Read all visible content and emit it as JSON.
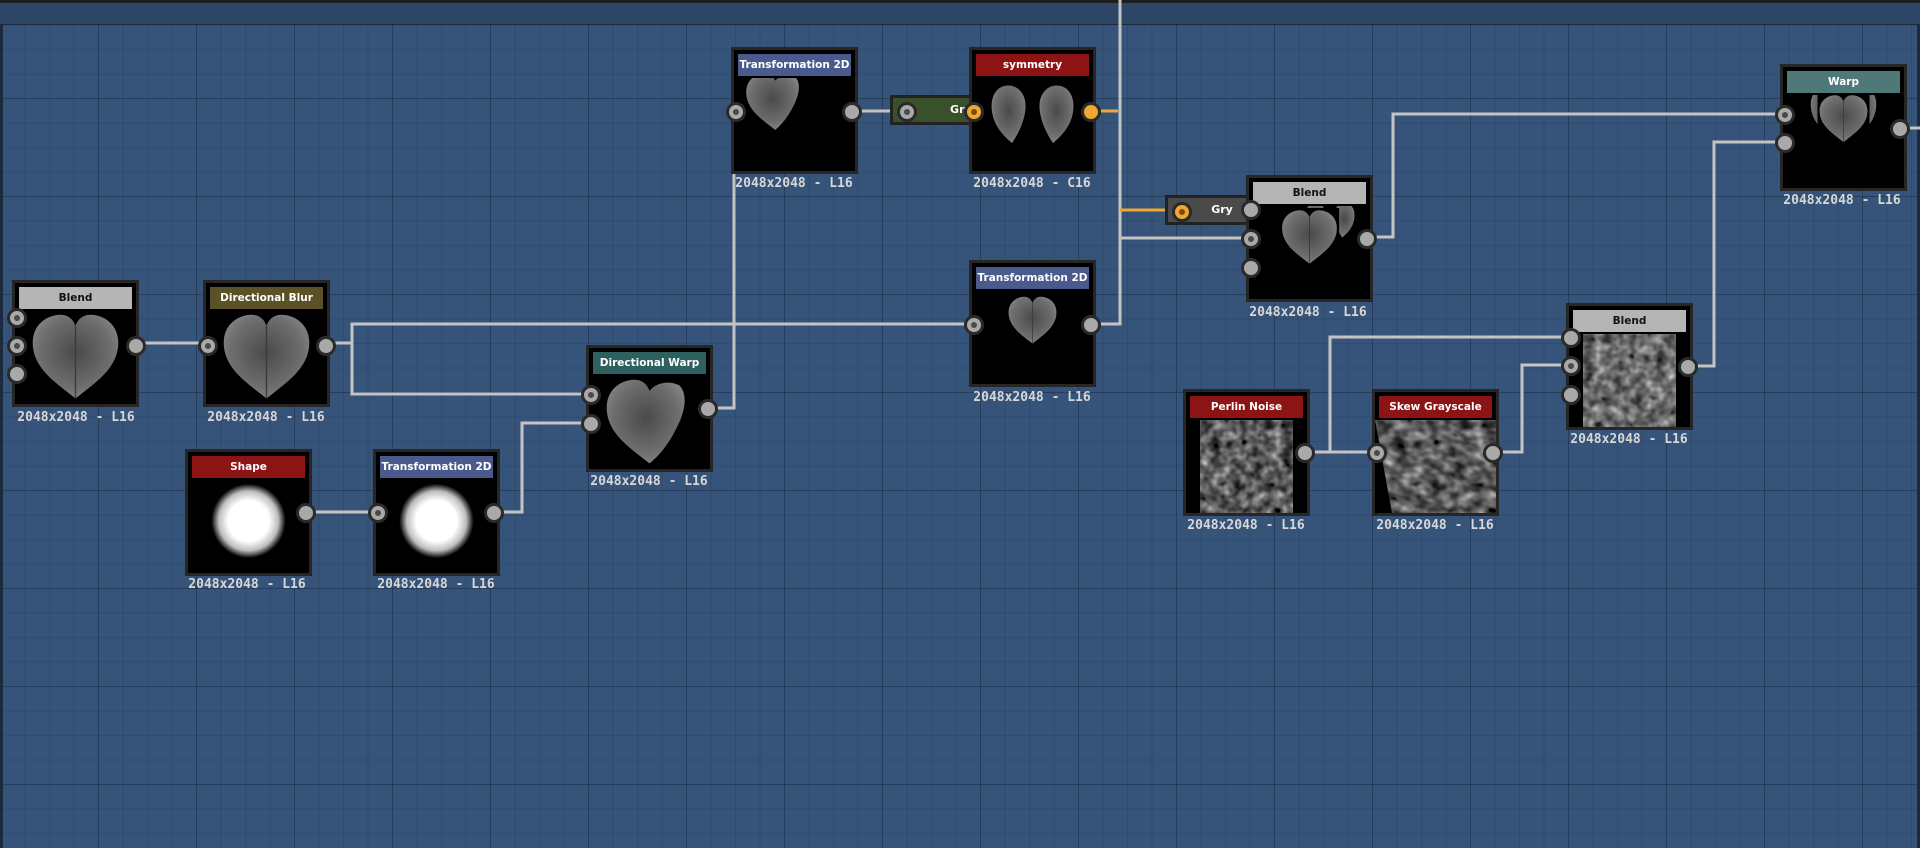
{
  "colors": {
    "background": "#365479",
    "wire": "#c4c4c4",
    "wire_color": "#f0a832",
    "header_blend": "#b5b5b5",
    "header_directional_blur": "#5a5226",
    "header_shape": "#8c1414",
    "header_transformation": "#4a5a8c",
    "header_directional_warp": "#2f6060",
    "header_symmetry": "#8c1414",
    "header_perlin_noise": "#8c1414",
    "header_skew_grayscale": "#8c1414",
    "header_warp": "#4f7878",
    "dot_gra": "#39512a",
    "dot_gry": "#4a4a4a"
  },
  "nodes": {
    "blend_1": {
      "title": "Blend",
      "resolution": "2048x2048 - L16",
      "thumbnail": "heart-icon"
    },
    "directional_blur": {
      "title": "Directional Blur",
      "resolution": "2048x2048 - L16",
      "thumbnail": "heart-icon"
    },
    "shape": {
      "title": "Shape",
      "resolution": "2048x2048 - L16",
      "thumbnail": "glow-icon"
    },
    "transformation_2d_1": {
      "title": "Transformation 2D",
      "resolution": "2048x2048 - L16",
      "thumbnail": "glow-icon"
    },
    "directional_warp": {
      "title": "Directional Warp",
      "resolution": "2048x2048 - L16",
      "thumbnail": "half-heart-icon"
    },
    "transformation_2d_2": {
      "title": "Transformation 2D",
      "resolution": "2048x2048 - L16",
      "thumbnail": "half-heart-icon"
    },
    "symmetry": {
      "title": "symmetry",
      "resolution": "2048x2048 - C16",
      "thumbnail": "mirrored-heart-icon"
    },
    "transformation_2d_3": {
      "title": "Transformation 2D",
      "resolution": "2048x2048 - L16",
      "thumbnail": "heart-icon"
    },
    "blend_2": {
      "title": "Blend",
      "resolution": "2048x2048 - L16",
      "thumbnail": "heart-icon"
    },
    "perlin_noise": {
      "title": "Perlin Noise",
      "resolution": "2048x2048 - L16",
      "thumbnail": "noise-icon"
    },
    "skew_grayscale": {
      "title": "Skew Grayscale",
      "resolution": "2048x2048 - L16",
      "thumbnail": "noise-icon"
    },
    "blend_3": {
      "title": "Blend",
      "resolution": "2048x2048 - L16",
      "thumbnail": "noise-icon"
    },
    "warp": {
      "title": "Warp",
      "resolution": "2048x2048 - L16",
      "thumbnail": "heart-icon"
    }
  },
  "dots": {
    "gra": {
      "label": "Gra"
    },
    "gry": {
      "label": "Gry"
    }
  }
}
